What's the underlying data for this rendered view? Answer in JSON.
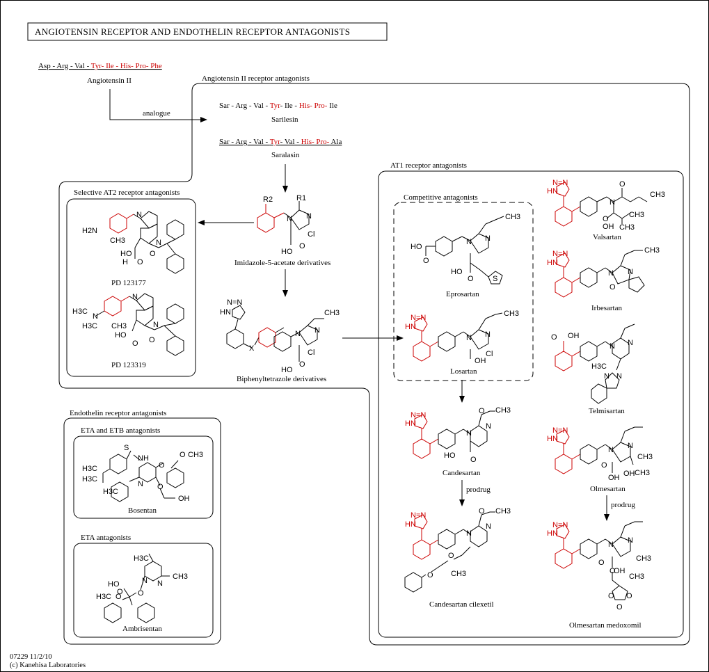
{
  "title": "ANGIOTENSIN RECEPTOR AND ENDOTHELIN RECEPTOR ANTAGONISTS",
  "angiotensin": {
    "seq_black": "Asp - Arg - Val - ",
    "seq_red": "Tyr- Ile - His- Pro- Phe",
    "name": "Angiotensin II",
    "arrow_label": "analogue"
  },
  "groups": {
    "at2_receptor_antagonists": "Angiotensin II receptor antagonists",
    "selective_at2": "Selective AT2 receptor antagonists",
    "at1": "AT1 receptor antagonists",
    "competitive": "Competitive antagonists",
    "endothelin": "Endothelin receptor antagonists",
    "eta_etb": "ETA and ETB antagonists",
    "eta": "ETA antagonists"
  },
  "peptides": {
    "sarilesin_seq_a": "Sar - Arg - Val - ",
    "sarilesin_seq_b": "Tyr",
    "sarilesin_seq_c": "- Ile - ",
    "sarilesin_seq_d": "His-  Pro-",
    "sarilesin_seq_e": " Ile",
    "sarilesin": "Sarilesin",
    "saralasin_seq_a": "Sar - Arg - Val - ",
    "saralasin_seq_b": "Tyr",
    "saralasin_seq_c": "- Val - ",
    "saralasin_seq_d": "His-  Pro-",
    "saralasin_seq_e": " Ala",
    "saralasin": "Saralasin"
  },
  "compounds": {
    "pd123177": "PD 123177",
    "pd123319": "PD 123319",
    "imidazole": "Imidazole-5-acetate derivatives",
    "biphenyl": "Biphenyltetrazole derivatives",
    "eprosartan": "Eprosartan",
    "losartan": "Losartan",
    "candesartan": "Candesartan",
    "candesartan_cilexetil": "Candesartan cilexetil",
    "valsartan": "Valsartan",
    "irbesartan": "Irbesartan",
    "telmisartan": "Telmisartan",
    "olmesartan": "Olmesartan",
    "olmesartan_medoxomil": "Olmesartan medoxomil",
    "bosentan": "Bosentan",
    "ambrisentan": "Ambrisentan"
  },
  "arrows": {
    "prodrug_1": "prodrug",
    "prodrug_2": "prodrug"
  },
  "atoms": {
    "r1": "R1",
    "r2": "R2",
    "x": "X",
    "n": "N",
    "cl": "Cl",
    "ho": "HO",
    "oh": "OH",
    "o": "O",
    "h2n": "H2N",
    "ch3": "CH3",
    "h3c": "H3C",
    "nh": "NH",
    "s": "S",
    "h": "H",
    "hn": "HN",
    "nn": "N=N"
  },
  "footer": {
    "id": "07229 11/2/10",
    "copyright": "(c) Kanehisa Laboratories"
  }
}
